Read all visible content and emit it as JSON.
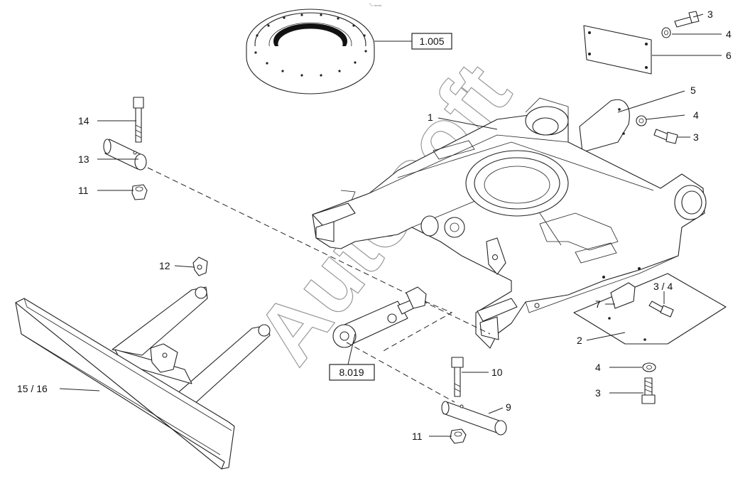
{
  "watermark": "Autosoft",
  "corner_mark": "°ₙ ₘₘₘ",
  "labels": {
    "l1": "1",
    "l2": "2",
    "l3a": "3",
    "l3b": "3",
    "l3c": "3",
    "l34": "3 / 4",
    "l4a": "4",
    "l4b": "4",
    "l4c": "4",
    "l5": "5",
    "l6": "6",
    "l7": "7",
    "l9": "9",
    "l10": "10",
    "l11a": "11",
    "l11b": "11",
    "l12": "12",
    "l13": "13",
    "l14": "14",
    "l1516": "15 / 16"
  },
  "refs": {
    "r1005": "1.005",
    "r8019": "8.019"
  }
}
